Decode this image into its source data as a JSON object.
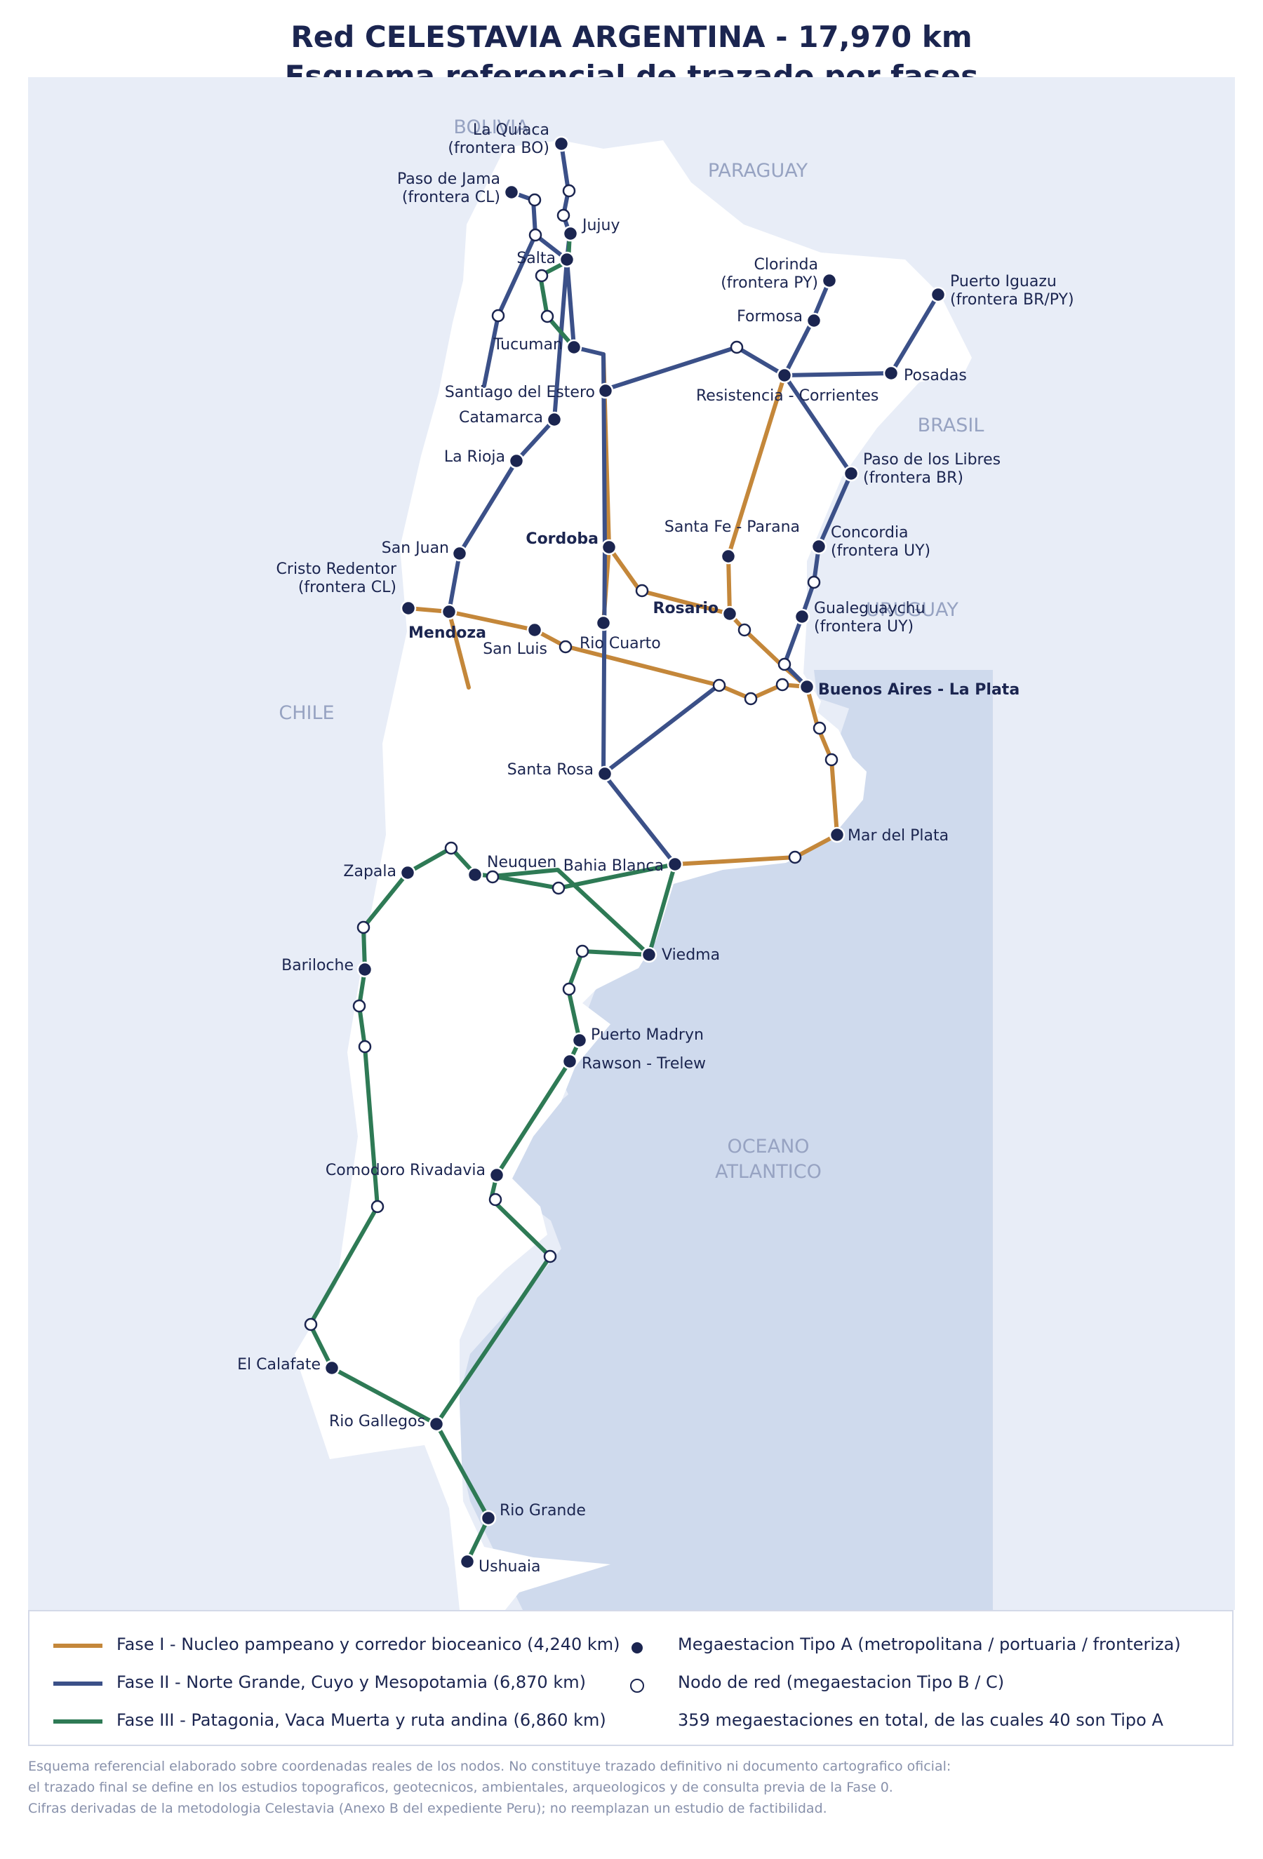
{
  "title": {
    "line1": "Red CELESTAVIA ARGENTINA - 17,970 km",
    "line2": "Esquema referencial de trazado por fases"
  },
  "colors": {
    "fase1": "#c4873a",
    "fase2": "#3b5088",
    "fase3": "#2e7a55",
    "node_fill": "#1b2550",
    "sea": "#cfdaed",
    "land_bg": "#e8edf7",
    "argentina": "#ffffff"
  },
  "countries": [
    {
      "id": "bolivia",
      "label": "BOLIVIA"
    },
    {
      "id": "paraguay",
      "label": "PARAGUAY"
    },
    {
      "id": "brasil",
      "label": "BRASIL"
    },
    {
      "id": "uruguay",
      "label": "URUGUAY"
    },
    {
      "id": "chile",
      "label": "CHILE"
    },
    {
      "id": "oceano",
      "label": "OCEANO\nATLANTICO"
    }
  ],
  "cities": [
    {
      "id": "la-quiaca",
      "label": "La Quiaca\n(frontera BO)"
    },
    {
      "id": "paso-jama",
      "label": "Paso de Jama\n(frontera CL)"
    },
    {
      "id": "jujuy",
      "label": "Jujuy"
    },
    {
      "id": "salta",
      "label": "Salta"
    },
    {
      "id": "tucuman",
      "label": "Tucuman"
    },
    {
      "id": "santiago",
      "label": "Santiago del Estero"
    },
    {
      "id": "catamarca",
      "label": "Catamarca"
    },
    {
      "id": "la-rioja",
      "label": "La Rioja"
    },
    {
      "id": "san-juan",
      "label": "San Juan"
    },
    {
      "id": "cristo",
      "label": "Cristo Redentor\n(frontera CL)"
    },
    {
      "id": "mendoza",
      "label": "Mendoza"
    },
    {
      "id": "san-luis",
      "label": "San Luis"
    },
    {
      "id": "rio-cuarto",
      "label": "Rio Cuarto"
    },
    {
      "id": "cordoba",
      "label": "Cordoba"
    },
    {
      "id": "santa-fe",
      "label": "Santa Fe - Parana"
    },
    {
      "id": "rosario",
      "label": "Rosario"
    },
    {
      "id": "clorinda",
      "label": "Clorinda\n(frontera PY)"
    },
    {
      "id": "formosa",
      "label": "Formosa"
    },
    {
      "id": "puerto-iguazu",
      "label": "Puerto Iguazu\n(frontera BR/PY)"
    },
    {
      "id": "posadas",
      "label": "Posadas"
    },
    {
      "id": "resistencia",
      "label": "Resistencia - Corrientes"
    },
    {
      "id": "paso-libres",
      "label": "Paso de los Libres\n(frontera BR)"
    },
    {
      "id": "concordia",
      "label": "Concordia\n(frontera UY)"
    },
    {
      "id": "gualeguaychu",
      "label": "Gualeguaychu\n(frontera UY)"
    },
    {
      "id": "buenos-aires",
      "label": "Buenos Aires - La Plata"
    },
    {
      "id": "santa-rosa",
      "label": "Santa Rosa"
    },
    {
      "id": "mar-del-plata",
      "label": "Mar del Plata"
    },
    {
      "id": "bahia-blanca",
      "label": "Bahia Blanca"
    },
    {
      "id": "neuquen",
      "label": "Neuquen"
    },
    {
      "id": "zapala",
      "label": "Zapala"
    },
    {
      "id": "bariloche",
      "label": "Bariloche"
    },
    {
      "id": "viedma",
      "label": "Viedma"
    },
    {
      "id": "puerto-madryn",
      "label": "Puerto Madryn"
    },
    {
      "id": "rawson",
      "label": "Rawson - Trelew"
    },
    {
      "id": "comodoro",
      "label": "Comodoro Rivadavia"
    },
    {
      "id": "el-calafate",
      "label": "El Calafate"
    },
    {
      "id": "rio-gallegos",
      "label": "Rio Gallegos"
    },
    {
      "id": "rio-grande",
      "label": "Rio Grande"
    },
    {
      "id": "ushuaia",
      "label": "Ushuaia"
    }
  ],
  "legend": {
    "fase1": "Fase I - Nucleo pampeano y corredor bioceanico (4,240 km)",
    "fase2": "Fase II - Norte Grande, Cuyo y Mesopotamia (6,870 km)",
    "fase3": "Fase III - Patagonia, Vaca Muerta y ruta andina (6,860 km)",
    "tipo_a": "Megaestacion Tipo A (metropolitana / portuaria / fronteriza)",
    "nodo": "Nodo de red (megaestacion Tipo B / C)",
    "total": "359 megaestaciones en total, de las cuales 40 son Tipo A"
  },
  "footnote": {
    "line1": "Esquema referencial elaborado sobre coordenadas reales de los nodos. No constituye trazado definitivo ni documento cartografico oficial:",
    "line2": "el trazado final se define en los estudios topograficos, geotecnicos, ambientales, arqueologicos y de consulta previa de la Fase 0.",
    "line3": "Cifras derivadas de la metodologia Celestavia (Anexo B del expediente Peru); no reemplazan un estudio de factibilidad."
  }
}
